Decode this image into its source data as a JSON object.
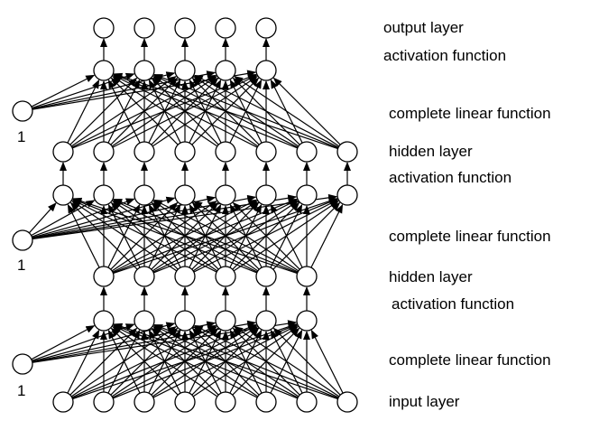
{
  "colors": {
    "stroke": "#000000",
    "node_fill": "#ffffff",
    "background": "#ffffff"
  },
  "network": {
    "rows": [
      {
        "id": "output",
        "count": 5
      },
      {
        "id": "act3",
        "count": 5
      },
      {
        "id": "hidden2",
        "count": 8
      },
      {
        "id": "act2",
        "count": 8
      },
      {
        "id": "hidden1",
        "count": 6
      },
      {
        "id": "act1",
        "count": 6
      },
      {
        "id": "input",
        "count": 8
      }
    ],
    "connections": [
      {
        "from": "act3",
        "to": "output",
        "type": "one-to-one"
      },
      {
        "from": "hidden2",
        "to": "act3",
        "type": "full",
        "bias": 0
      },
      {
        "from": "act2",
        "to": "hidden2",
        "type": "one-to-one"
      },
      {
        "from": "hidden1",
        "to": "act2",
        "type": "full",
        "bias": 1
      },
      {
        "from": "act1",
        "to": "hidden1",
        "type": "one-to-one"
      },
      {
        "from": "input",
        "to": "act1",
        "type": "full",
        "bias": 2
      }
    ],
    "bias_nodes": [
      {
        "label": "1"
      },
      {
        "label": "1"
      },
      {
        "label": "1"
      }
    ]
  },
  "labels": {
    "output_layer": "output layer",
    "activation_3": "activation function",
    "linear_3": "complete linear function",
    "hidden_layer_2": "hidden layer",
    "activation_2": "activation function",
    "linear_2": "complete linear function",
    "hidden_layer_1": "hidden layer",
    "activation_1": "activation function",
    "linear_1": "complete linear function",
    "input_layer": "input layer"
  }
}
